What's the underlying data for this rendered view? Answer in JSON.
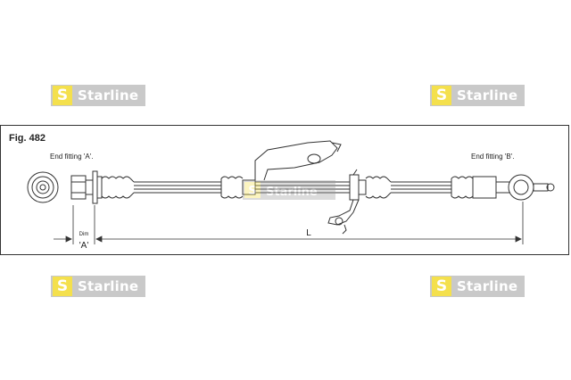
{
  "brand": {
    "badge_letter": "S",
    "name": "Starline",
    "badge_color": "#f4e04d",
    "plate_color": "#c9c9c9"
  },
  "figure": {
    "title": "Fig. 482",
    "end_fitting_a": "End fitting 'A'.",
    "end_fitting_b": "End fitting 'B'.",
    "dim_label": "Dim",
    "dim_value": "'A'",
    "length_label": "L"
  },
  "colors": {
    "line": "#333333",
    "frame": "#333333"
  }
}
